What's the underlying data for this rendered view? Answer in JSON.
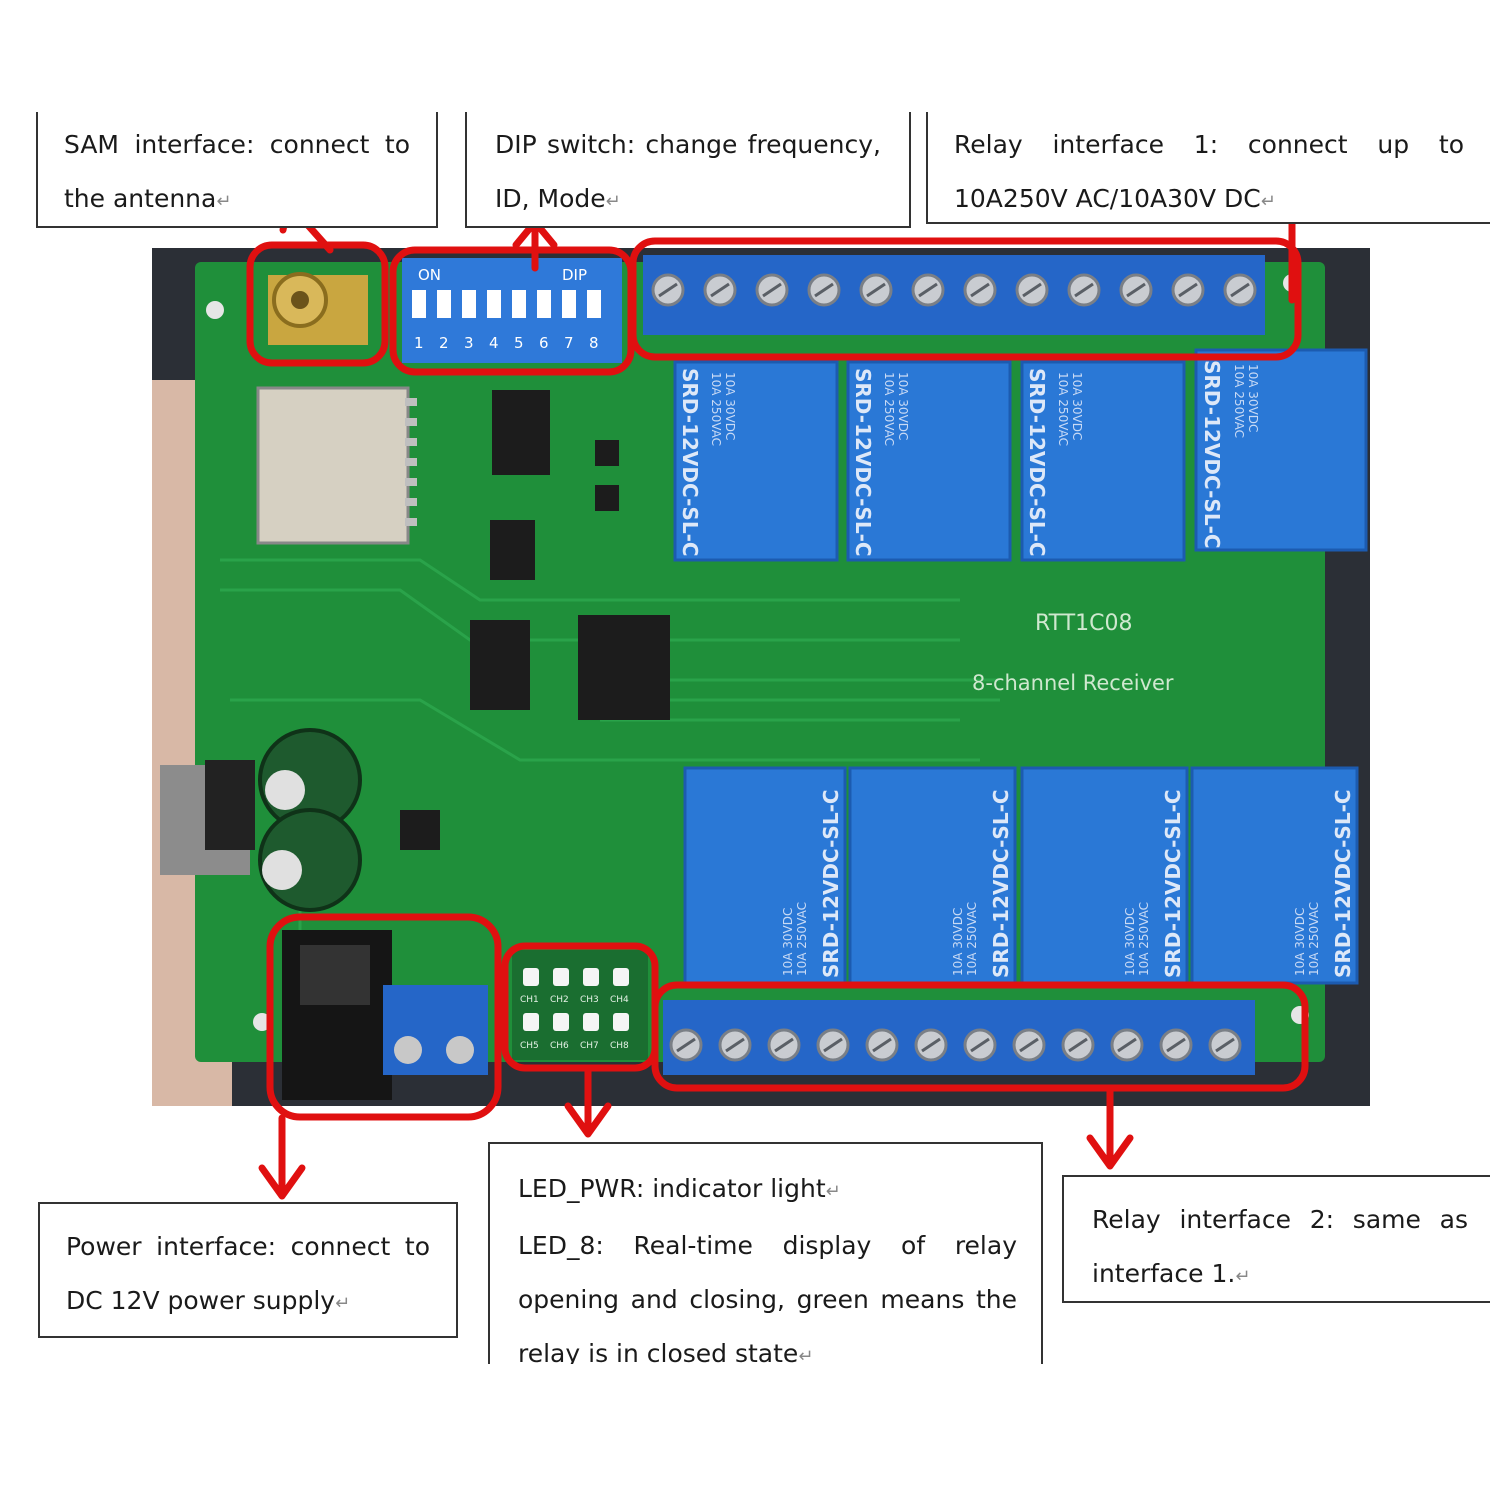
{
  "callouts": {
    "sam": {
      "line1": "SAM interface: connect to",
      "line2": "the antenna"
    },
    "dip": {
      "line1": "DIP switch: change frequency,",
      "line2": "ID, Mode"
    },
    "relay1": {
      "line1": "Relay interface 1: connect up to",
      "line2": "10A250V AC/10A30V DC"
    },
    "power": {
      "line1": "Power interface: connect to",
      "line2": "DC 12V power supply"
    },
    "led": {
      "line1": "LED_PWR: indicator light",
      "line2": "LED_8: Real-time display of relay",
      "line3": "opening and closing, green means the",
      "line4": "relay is in closed state"
    },
    "relay2": {
      "line1": "Relay interface 2: same as",
      "line2": "interface 1."
    }
  },
  "return_mark": "↵",
  "board": {
    "model": "RTT1C08",
    "name": "8-channel Receiver",
    "dip": {
      "on_label": "ON",
      "dip_label": "DIP",
      "numbers": [
        "1",
        "2",
        "3",
        "4",
        "5",
        "6",
        "7",
        "8"
      ]
    },
    "relay_label": "SRD-12VDC-SL-C",
    "relay_specs": [
      "10A 250VAC",
      "10A 30VDC"
    ],
    "led_labels": [
      "CH1",
      "CH2",
      "CH3",
      "CH4",
      "CH5",
      "CH6",
      "CH7",
      "CH8"
    ]
  },
  "colors": {
    "pcb": "#1f8f3a",
    "relay": "#2a78d6",
    "terminal": "#2566c8",
    "highlight": "#e01010"
  }
}
